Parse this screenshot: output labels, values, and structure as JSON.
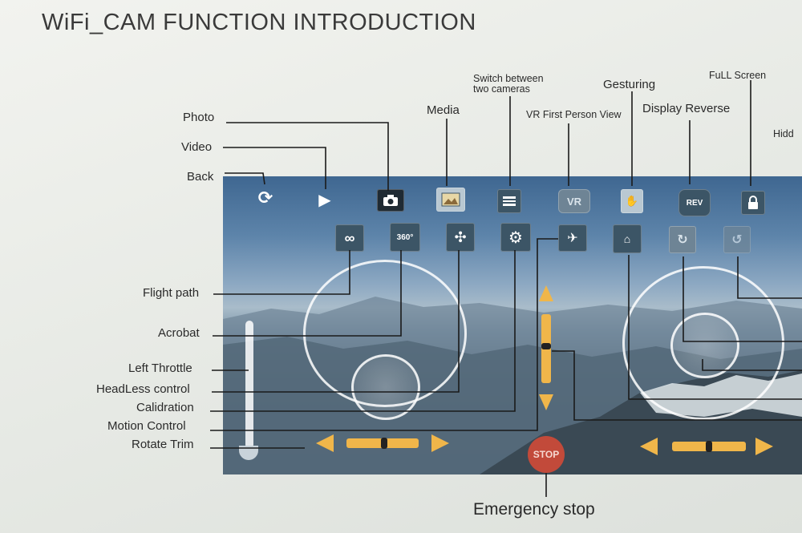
{
  "title": "WiFi_CAM  FUNCTION INTRODUCTION",
  "labels": {
    "photo": "Photo",
    "video": "Video",
    "back": "Back",
    "media": "Media",
    "switch_cameras": "Switch between two cameras",
    "vr": "VR First Person View",
    "gesturing": "Gesturing",
    "display_reverse": "Display Reverse",
    "full_screen": "FuLL Screen",
    "hidden": "Hidd",
    "flight_path": "Flight path",
    "acrobat": "Acrobat",
    "left_throttle": "Left Throttle",
    "headless": "HeadLess control",
    "calibration": "Calidration",
    "motion": "Motion Control",
    "rotate_trim": "Rotate Trim",
    "emergency": "Emergency stop"
  },
  "icon_text": {
    "vr": "VR",
    "rev": "REV",
    "acrobat": "360°",
    "stop": "STOP"
  },
  "colors": {
    "accent": "#f0b64a",
    "icon_bg": "#3c5566",
    "stop": "#c24a3a"
  }
}
